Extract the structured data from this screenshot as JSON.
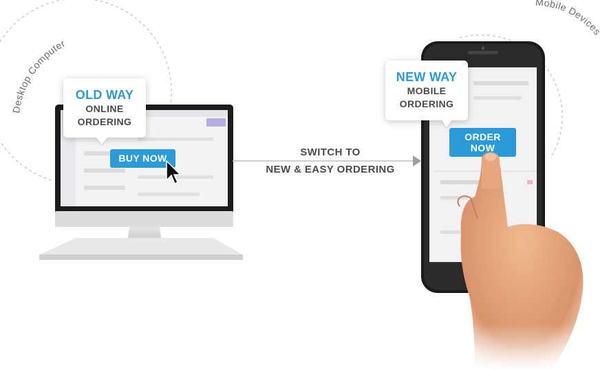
{
  "labels": {
    "desktop_arc": "Desktop Computer",
    "mobile_arc": "Mobile Devices"
  },
  "desktop": {
    "bubble_title": "OLD WAY",
    "bubble_line1": "ONLINE",
    "bubble_line2": "ORDERING",
    "button_label": "BUY NOW"
  },
  "mobile": {
    "bubble_title": "NEW WAY",
    "bubble_line1": "MOBILE",
    "bubble_line2": "ORDERING",
    "button_line1": "ORDER",
    "button_line2": "NOW"
  },
  "switch": {
    "line1": "SWITCH TO",
    "line2": "NEW & EASY ORDERING"
  },
  "colors": {
    "accent": "#2a9ad8",
    "text_dark": "#4a4a4a",
    "arc_dashes": "#c8c8c8"
  }
}
